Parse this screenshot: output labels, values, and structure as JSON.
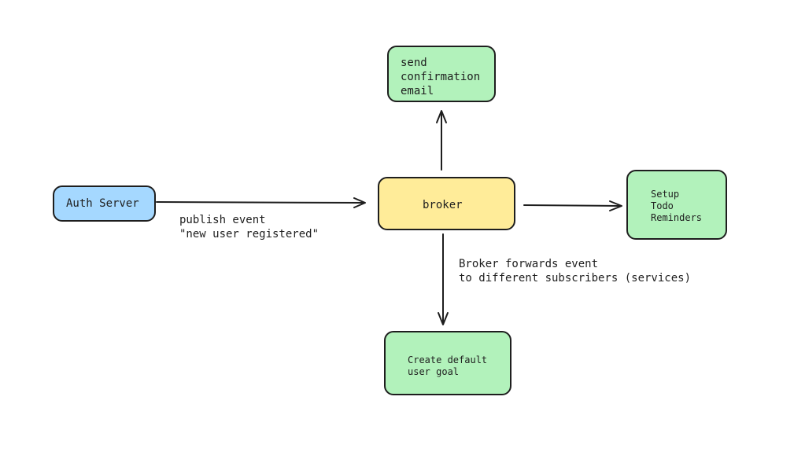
{
  "colors": {
    "auth_fill": "#a5d8ff",
    "broker_fill": "#ffec99",
    "service_fill": "#b2f2bb",
    "stroke": "#1e1e1e"
  },
  "nodes": {
    "auth_server": "Auth Server",
    "broker": "broker",
    "email_service": "send\nconfirmation\nemail",
    "todo_service": "Setup\nTodo\nReminders",
    "goal_service": "Create default\nuser goal"
  },
  "labels": {
    "publish": "publish event\n\"new user registered\"",
    "forward": "Broker forwards event\nto different subscribers (services)"
  }
}
